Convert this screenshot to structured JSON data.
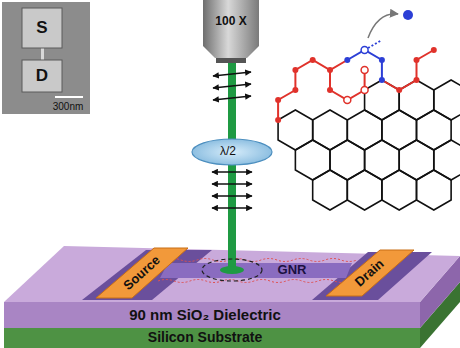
{
  "diagram": {
    "nodes": [
      {
        "text": [
          "S"
        ]
      },
      {
        "text": [
          "D"
        ]
      },
      {
        "text": [
          "100 X"
        ]
      },
      {
        "text": [
          "λ/2"
        ]
      },
      {
        "text": [
          "Source"
        ]
      },
      {
        "text": [
          "GNR"
        ]
      },
      {
        "text": [
          "Drain"
        ]
      },
      {
        "text": [
          "90 nm SiO₂ Dielectric"
        ]
      },
      {
        "text": [
          "Silicon Substrate"
        ]
      }
    ],
    "labels": [
      "300nm"
    ]
  }
}
